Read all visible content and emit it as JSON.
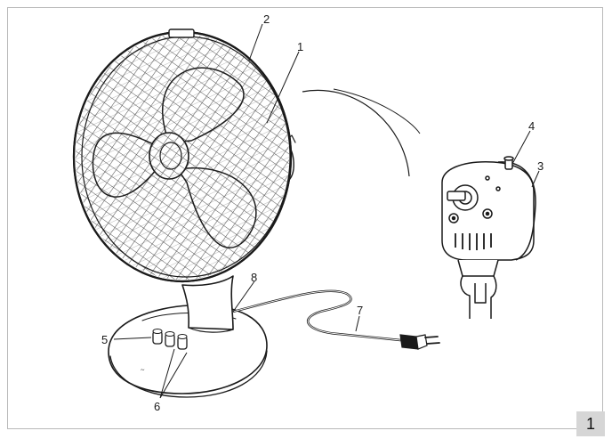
{
  "callouts": {
    "c1": "1",
    "c2": "2",
    "c3": "3",
    "c4": "4",
    "c5": "5",
    "c6": "6",
    "c7": "7",
    "c8": "8"
  },
  "figure_number": "1",
  "colors": {
    "line": "#1a1a1a",
    "frame": "#b9b9b9",
    "badge_bg": "#d6d6d6"
  }
}
